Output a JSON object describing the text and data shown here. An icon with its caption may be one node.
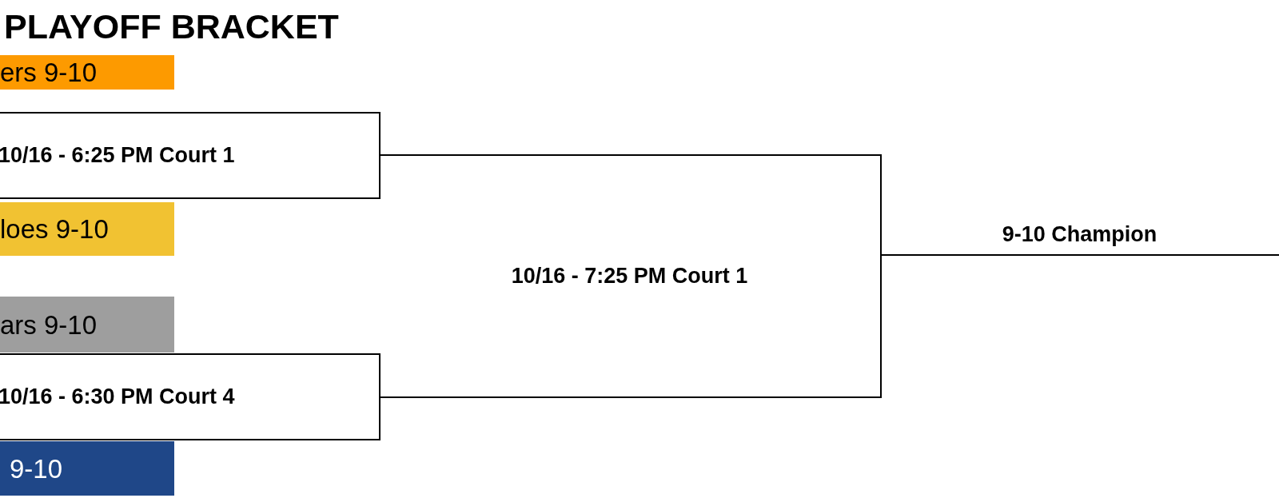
{
  "diagram": {
    "title": "PLAYOFF BRACKET",
    "nodes": [
      {
        "text": [
          "ers 9-10"
        ]
      },
      {
        "text": [
          "10/16 - 6:25 PM Court 1"
        ]
      },
      {
        "text": [
          "loes 9-10"
        ]
      },
      {
        "text": [
          "ars 9-10"
        ]
      },
      {
        "text": [
          "10/16 - 6:30 PM Court 4"
        ]
      },
      {
        "text": [
          "9-10"
        ]
      },
      {
        "text": [
          "10/16 - 7:25 PM Court 1"
        ]
      },
      {
        "text": [
          "9-10 Champion"
        ]
      }
    ]
  }
}
